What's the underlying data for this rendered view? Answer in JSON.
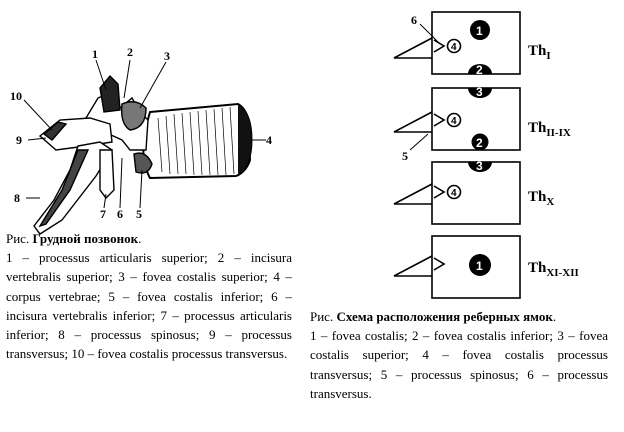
{
  "left_figure": {
    "labels": [
      "1",
      "2",
      "3",
      "4",
      "5",
      "6",
      "7",
      "8",
      "9",
      "10"
    ]
  },
  "left_caption": {
    "prefix": "Рис. ",
    "title": "Грудной позвонок",
    "title_end": ".",
    "body": "1 – processus articularis superior; 2 – incisura vertebralis superior; 3 – fovea costalis superior; 4 – corpus vertebrae; 5 – fovea costalis inferior; 6 – incisura vertebralis inferior; 7 – processus articularis inferior; 8 – processus spinosus; 9 – processus transversus; 10 – fovea costalis processus transversus."
  },
  "right_figure": {
    "label_6": "6",
    "label_5": "5",
    "rows": [
      {
        "th": "Th",
        "sub": "I",
        "top_circle": "1",
        "bottom_circle": "2",
        "fovea": "4"
      },
      {
        "th": "Th",
        "sub": "II-IX",
        "top_circle": "3",
        "bottom_circle": "2",
        "fovea": "4"
      },
      {
        "th": "Th",
        "sub": "X",
        "top_circle": "3",
        "fovea": "4"
      },
      {
        "th": "Th",
        "sub": "XI-XII",
        "center_circle": "1"
      }
    ]
  },
  "right_caption": {
    "prefix": "Рис. ",
    "title": "Схема расположения реберных ямок",
    "title_end": ".",
    "body": "1 – fovea costalis; 2 – fovea costalis inferior; 3 – fovea costalis superior; 4 – fovea costalis processus transversus; 5 – processus spinosus; 6 – processus transversus."
  }
}
